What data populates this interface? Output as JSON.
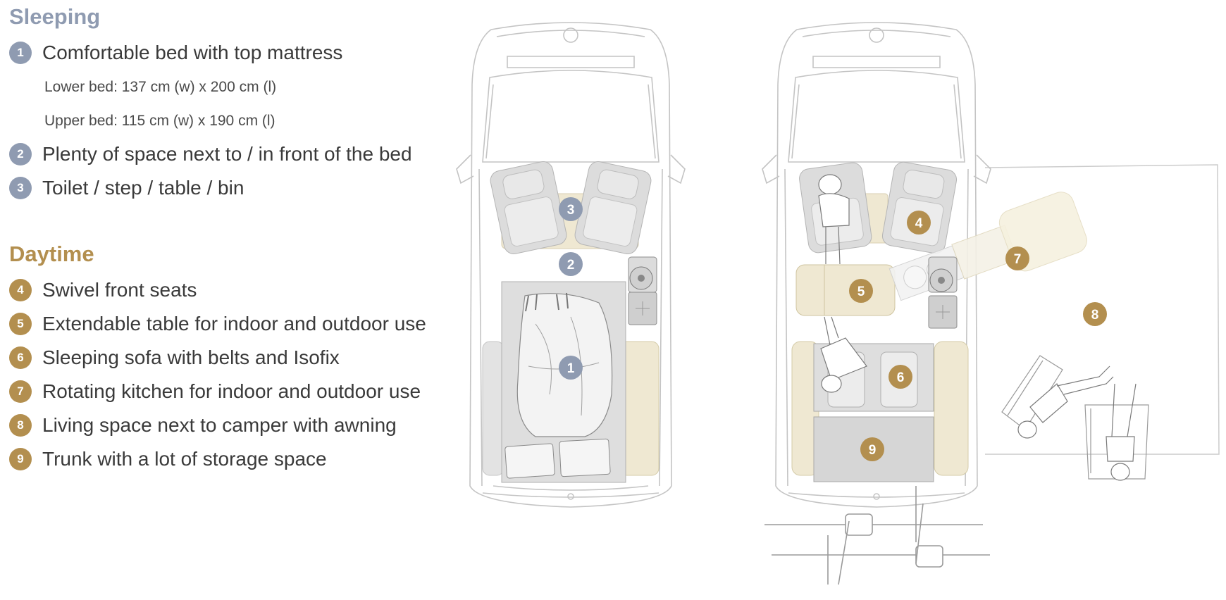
{
  "sleeping": {
    "title": "Sleeping",
    "items": [
      {
        "number": "1",
        "label": "Comfortable bed with top mattress"
      },
      {
        "number": "2",
        "label": "Plenty of space next to / in front of the bed"
      },
      {
        "number": "3",
        "label": "Toilet / step / table / bin"
      }
    ],
    "bed_sizes": [
      "Lower bed: 137 cm (w) x 200 cm (l)",
      "Upper bed: 115 cm (w) x 190 cm (l)"
    ]
  },
  "daytime": {
    "title": "Daytime",
    "items": [
      {
        "number": "4",
        "label": "Swivel front seats"
      },
      {
        "number": "5",
        "label": "Extendable table for indoor and outdoor use"
      },
      {
        "number": "6",
        "label": "Sleeping sofa with belts and Isofix"
      },
      {
        "number": "7",
        "label": "Rotating kitchen for indoor and outdoor use"
      },
      {
        "number": "8",
        "label": "Living space next to camper with awning"
      },
      {
        "number": "9",
        "label": "Trunk with a lot of storage space"
      }
    ]
  },
  "diagram_markers": {
    "sleeping_layout": [
      "3",
      "2",
      "1"
    ],
    "daytime_layout": [
      "4",
      "5",
      "6",
      "7",
      "8",
      "9"
    ]
  },
  "colors": {
    "sleeping_accent": "#8f9bb1",
    "daytime_accent": "#b38f4f",
    "cushion_beige": "#efe8d2",
    "seat_grey": "#d9d9d9",
    "outline_grey": "#c4c4c4",
    "text": "#3a3a3a"
  }
}
